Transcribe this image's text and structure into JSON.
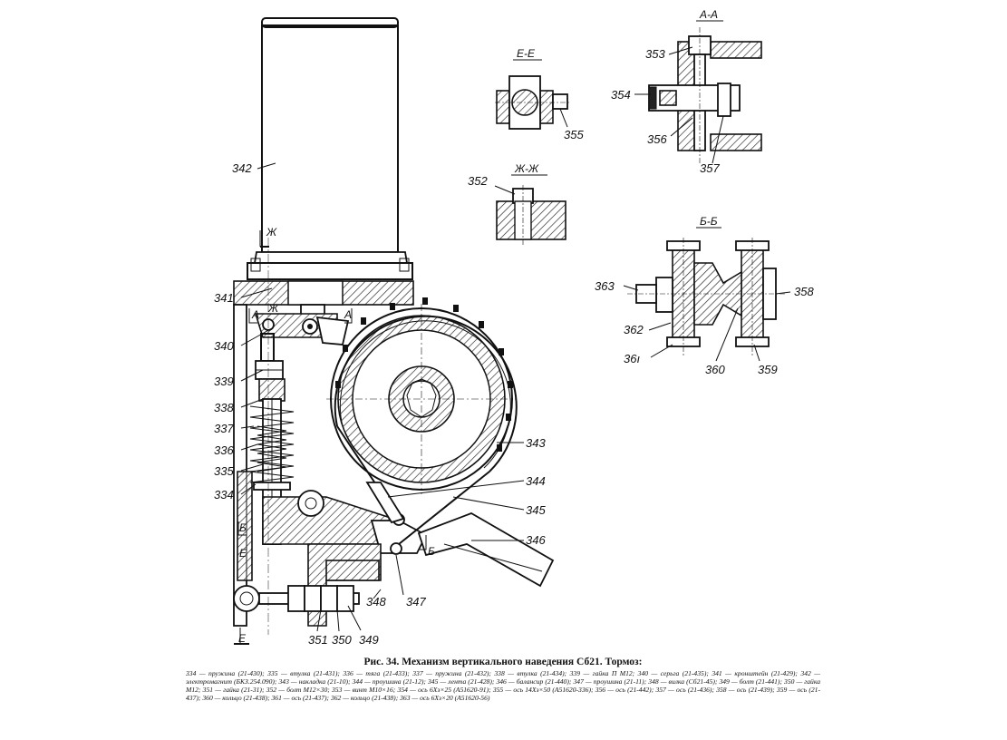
{
  "figure": {
    "caption_title": "Рис. 34. Механизм вертикального наведения Сб21. Тормоз:",
    "legend_text": "334 — пружина (21-430); 335 — втулка (21-431); 336 — тяга (21-433); 337 — пружина (21-432); 338 — втулка (21-434); 339 — гайка П М12; 340 — серьга (21-435); 341 — кронштейн (21-429); 342 — электромагнит (БКЗ.254.090); 343 — накладка (21-10); 344 — проушина (21-12); 345 — лента (21-428); 346 — балансир (21-440); 347 — проушина (21-11); 348 — вилка (Сб21-45); 349 — болт (21-441); 350 — гайка М12; 351 — гайка (21-31); 352 — болт М12×30; 353 — винт М10×16; 354 — ось 6Хз×25 (А51620-91); 355 — ось 14Хз×50 (А51620-336); 356 — ось (21-442); 357 — ось (21-436); 358 — ось (21-439); 359 — ось (21-437); 360 — кольцо (21-438); 361 — ось (21-437); 362 — кольцо (21-438); 363 — ось 6Хз×20 (А51620-56)"
  },
  "part_labels": {
    "p334": "334",
    "p335": "335",
    "p336": "336",
    "p337": "337",
    "p338": "338",
    "p339": "339",
    "p340": "340",
    "p341": "341",
    "p342": "342",
    "p343": "343",
    "p344": "344",
    "p345": "345",
    "p346": "346",
    "p347": "347",
    "p348": "348",
    "p349": "349",
    "p350": "350",
    "p351": "351",
    "p352": "352",
    "p353": "353",
    "p354": "354",
    "p355": "355",
    "p356": "356",
    "p357": "357",
    "p358": "358",
    "p359": "359",
    "p360": "360",
    "p361": "36ı",
    "p362": "362",
    "p363": "363"
  },
  "section_labels": {
    "aa_title": "А-А",
    "ee_title": "Е-Е",
    "zhzh_title": "Ж-Ж",
    "bb_title": "Б-Б",
    "a_left": "А",
    "a_right": "А",
    "zh_top": "Ж",
    "zh_mid": "Ж",
    "b_left": "Б",
    "b_right": "Б",
    "e_mid": "Е",
    "e_bottom": "Е"
  }
}
